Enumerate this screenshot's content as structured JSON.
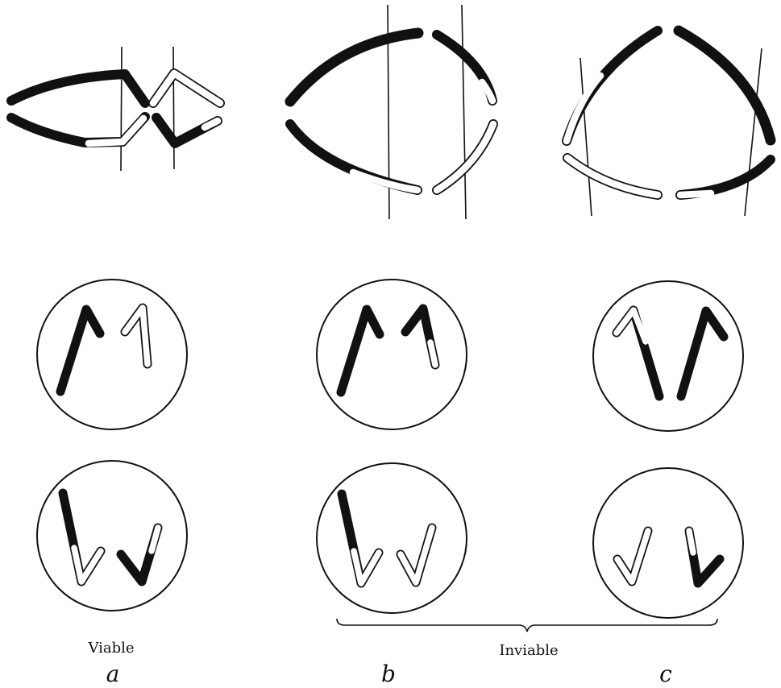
{
  "labels": {
    "viable": "Viable",
    "inviable": "Inviable",
    "a": "a",
    "b": "b",
    "c": "c"
  },
  "colors": {
    "ink": "#111111",
    "paper": "#ffffff"
  }
}
